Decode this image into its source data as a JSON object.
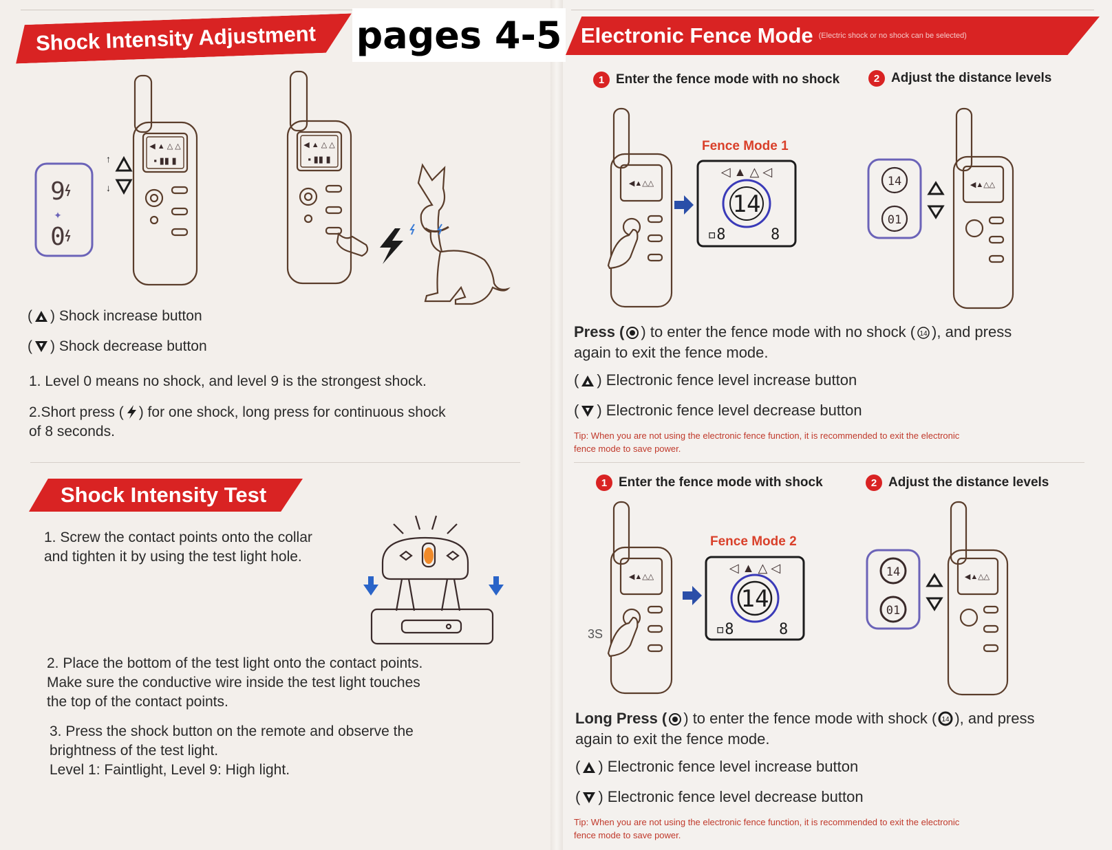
{
  "header": {
    "pages_label": "pages 4-5"
  },
  "shock_adjustment": {
    "title": "Shock Intensity Adjustment",
    "screen_top_digit": "9",
    "screen_bottom_digit": "0",
    "increase_label": "Shock increase button",
    "decrease_label": "Shock decrease button",
    "note_1": "1. Level 0 means no shock, and level 9 is the strongest shock.",
    "note_2_a": "2.Short press (",
    "note_2_b": ") for one shock, long press for continuous shock",
    "note_2_c": "of 8 seconds."
  },
  "shock_test": {
    "title": "Shock Intensity Test",
    "step_1_line_1": "1. Screw the contact points onto the collar",
    "step_1_line_2": "and tighten it by using the test light hole.",
    "step_2_line_1": "2. Place the bottom of the test light onto the contact points.",
    "step_2_line_2": "Make sure the conductive wire inside the test light touches",
    "step_2_line_3": "the top of the contact points.",
    "step_3_line_1": "3. Press the shock button on the remote and observe the",
    "step_3_line_2": "brightness of the test light.",
    "step_3_line_3": "Level 1: Faintlight, Level 9: High light."
  },
  "fence": {
    "title": "Electronic Fence Mode",
    "subtitle": "(Electric shock or no shock can be selected)",
    "section_1": {
      "step_1_num": "1",
      "step_1": "Enter the fence mode with no shock",
      "step_2_num": "2",
      "step_2": "Adjust the distance levels",
      "mode_label": "Fence Mode 1",
      "display_value": "14",
      "level_top": "14",
      "level_bottom": "01",
      "instruction_bold": "Press (",
      "instruction_a": ") to enter the fence mode with no shock (",
      "instruction_b": "), and press",
      "instruction_c": "again to exit the fence mode.",
      "increase_label": "Electronic fence level increase button",
      "decrease_label": "Electronic fence level decrease button",
      "tip_line_1": "Tip: When you are not using the electronic fence function, it is recommended to exit the electronic",
      "tip_line_2": "fence mode to save power."
    },
    "section_2": {
      "step_1_num": "1",
      "step_1": "Enter the fence mode with shock",
      "step_2_num": "2",
      "step_2": "Adjust the distance levels",
      "mode_label": "Fence Mode 2",
      "display_value": "14",
      "level_top": "14",
      "level_bottom": "01",
      "hold_label": "3S",
      "instruction_bold": "Long Press (",
      "instruction_a": ") to enter the fence mode with shock (",
      "instruction_b": "), and press",
      "instruction_c": "again to exit the fence mode.",
      "increase_label": "Electronic fence level increase button",
      "decrease_label": "Electronic fence level decrease button",
      "tip_line_1": "Tip: When you are not using the electronic fence function, it is recommended to exit the electronic",
      "tip_line_2": "fence mode to save power."
    }
  },
  "colors": {
    "accent_red": "#d92323",
    "tip_red": "#c0392b",
    "line_art": "#5a3d2b",
    "screen_border": "#6b63b8"
  },
  "icons": [
    "triangle-up-icon",
    "triangle-down-icon",
    "lightning-icon",
    "fence-button-icon",
    "fence-mode-icon",
    "arrow-right-icon",
    "hand-icon"
  ]
}
